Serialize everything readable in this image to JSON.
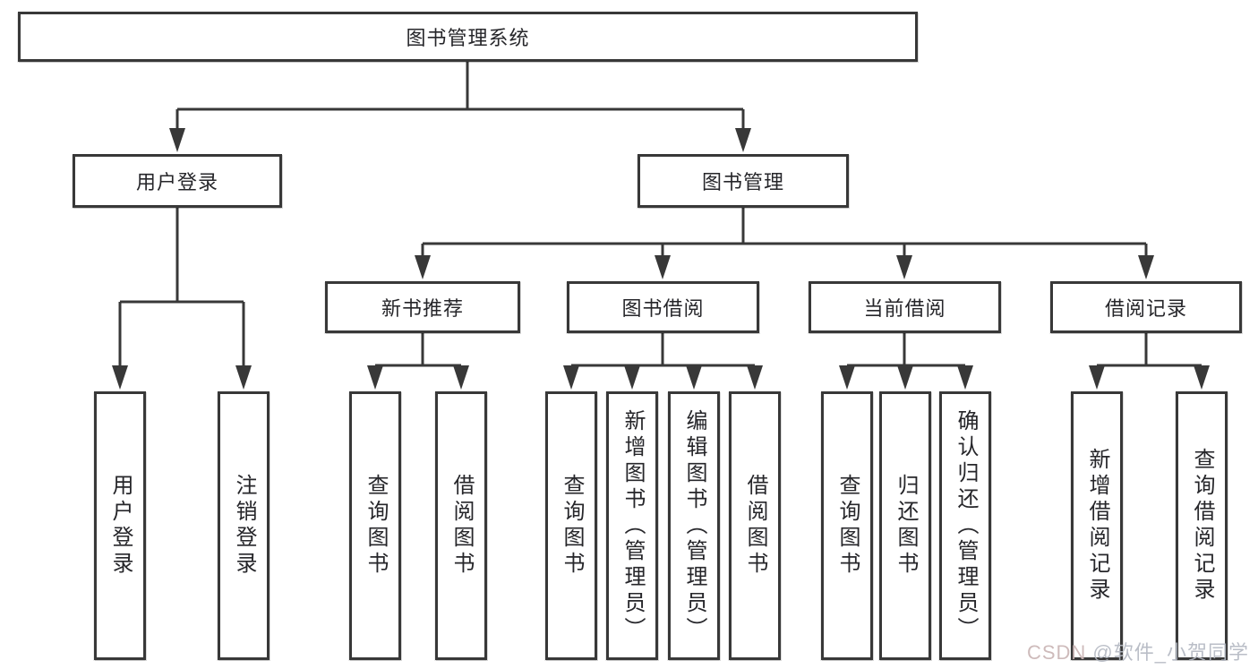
{
  "diagram": {
    "root": {
      "label": "图书管理系统"
    },
    "branches": [
      {
        "label": "用户登录",
        "children": [
          {
            "label": "用户登录"
          },
          {
            "label": "注销登录"
          }
        ]
      },
      {
        "label": "图书管理",
        "children": [
          {
            "label": "新书推荐",
            "children": [
              {
                "label": "查询图书"
              },
              {
                "label": "借阅图书"
              }
            ]
          },
          {
            "label": "图书借阅",
            "children": [
              {
                "label": "查询图书"
              },
              {
                "label": "新增图书（管理员）"
              },
              {
                "label": "编辑图书（管理员）"
              },
              {
                "label": "借阅图书"
              }
            ]
          },
          {
            "label": "当前借阅",
            "children": [
              {
                "label": "查询图书"
              },
              {
                "label": "归还图书"
              },
              {
                "label": "确认归还（管理员）"
              }
            ]
          },
          {
            "label": "借阅记录",
            "children": [
              {
                "label": "新增借阅记录"
              },
              {
                "label": "查询借阅记录"
              }
            ]
          }
        ]
      }
    ]
  },
  "watermark": {
    "brand": "CSDN",
    "handle": " @软件_小贺同学"
  },
  "colors": {
    "line": "#383838",
    "box_border": "#383838",
    "text": "#26262a",
    "watermark_brand": "#c9b4b4",
    "watermark_handle": "#b3b8c2"
  }
}
